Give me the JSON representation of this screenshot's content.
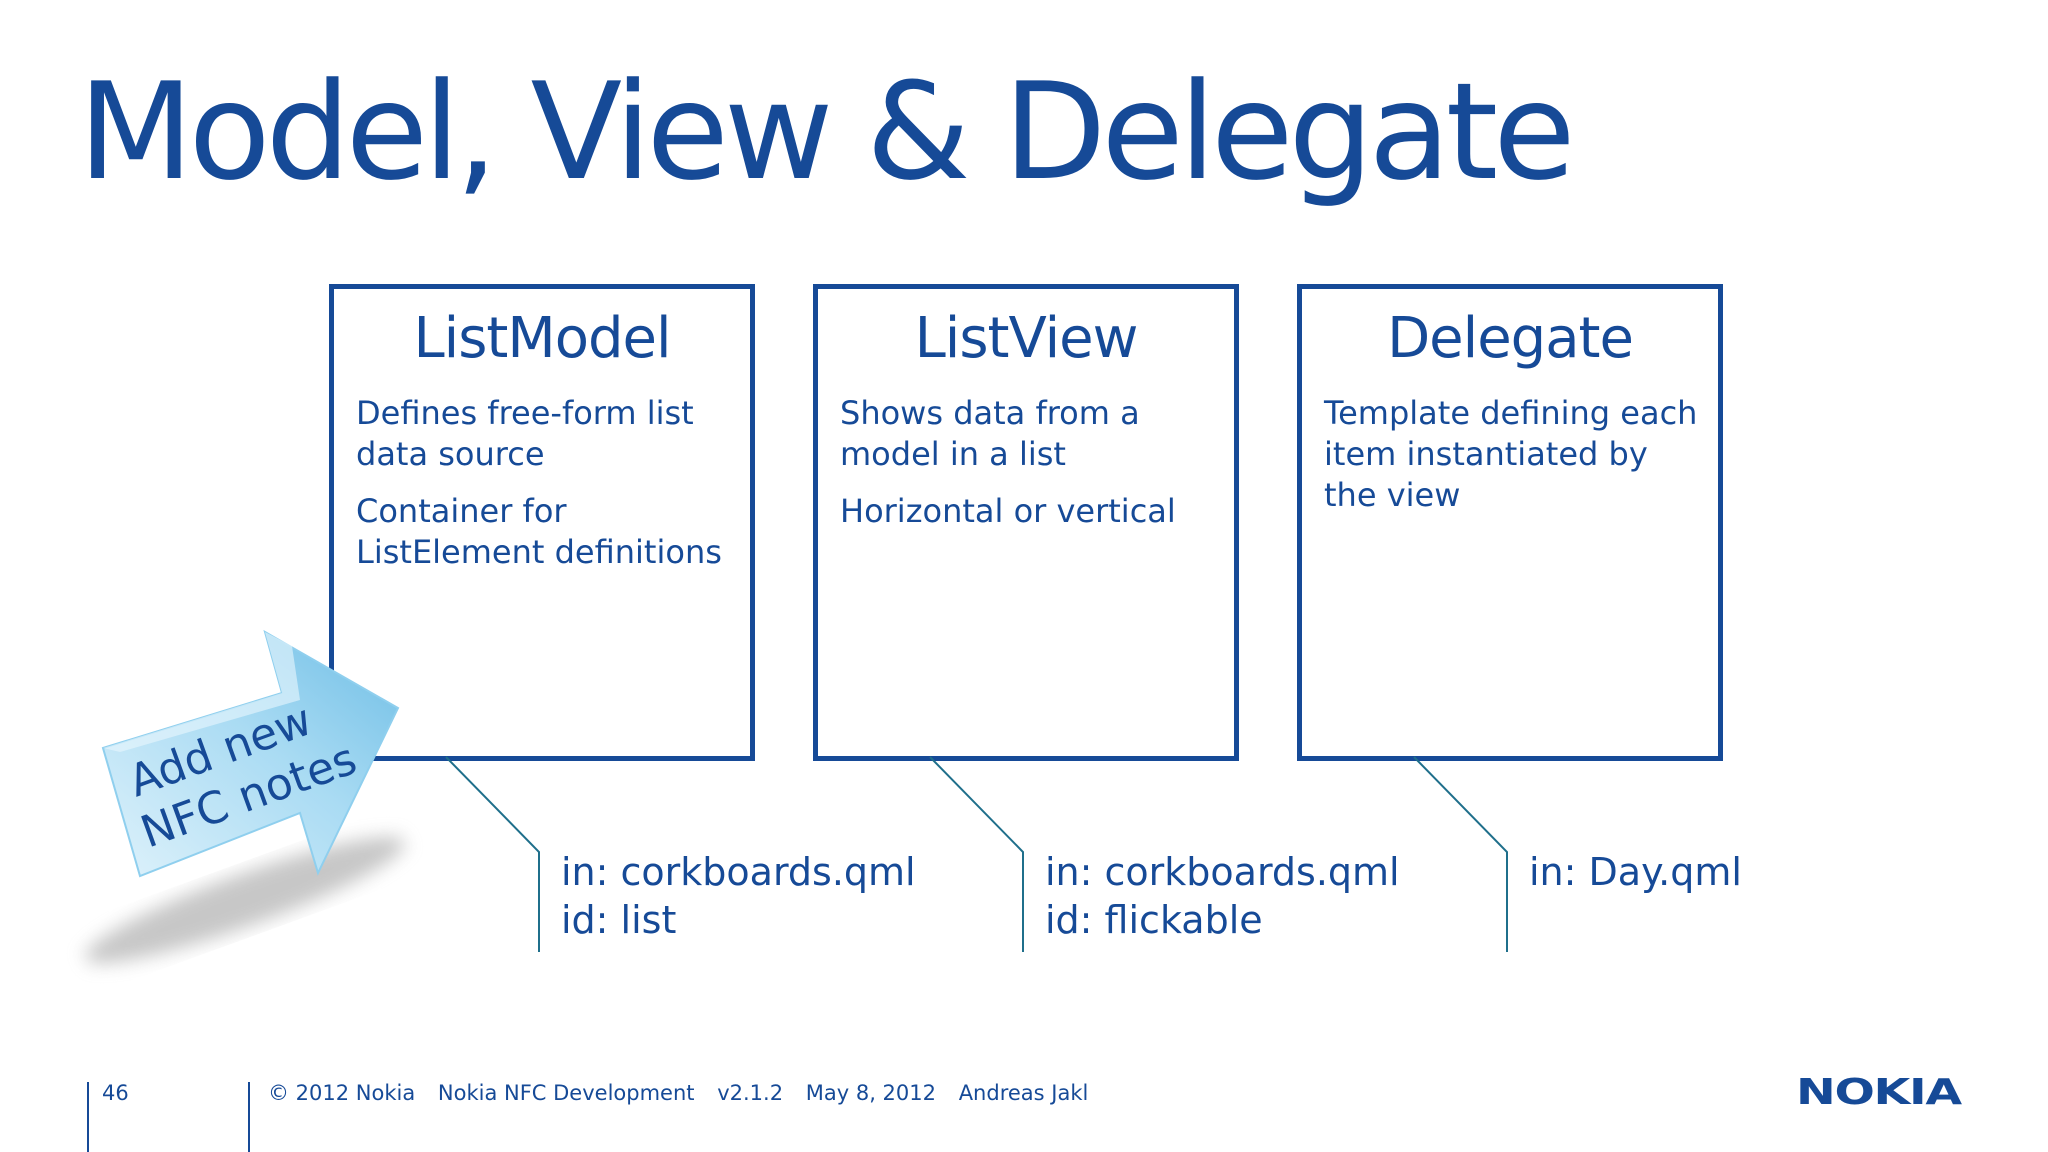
{
  "slide": {
    "title": "Model, View & Delegate"
  },
  "boxes": [
    {
      "title": "ListModel",
      "body": [
        "Defines free-form list data source",
        "Container for ListElement definitions"
      ],
      "callout": [
        "in: corkboards.qml",
        "id: list"
      ]
    },
    {
      "title": "ListView",
      "body": [
        "Shows data from a model in a list",
        "Horizontal or vertical"
      ],
      "callout": [
        "in: corkboards.qml",
        "id: flickable"
      ]
    },
    {
      "title": "Delegate",
      "body": [
        "Template defining each item instantiated by the view"
      ],
      "callout": [
        "in: Day.qml"
      ]
    }
  ],
  "arrow": {
    "text_line1": "Add new",
    "text_line2": "NFC notes"
  },
  "footer": {
    "page": "46",
    "copyright": "© 2012 Nokia",
    "course": "Nokia NFC Development",
    "version": "v2.1.2",
    "date": "May 8, 2012",
    "author": "Andreas Jakl"
  },
  "logo": {
    "text": "NOKIA"
  },
  "colors": {
    "brand_blue": "#164a97",
    "arrow_light": "#c9e8f8",
    "arrow_mid": "#7fc6ea",
    "connector": "#1f6f8b"
  }
}
